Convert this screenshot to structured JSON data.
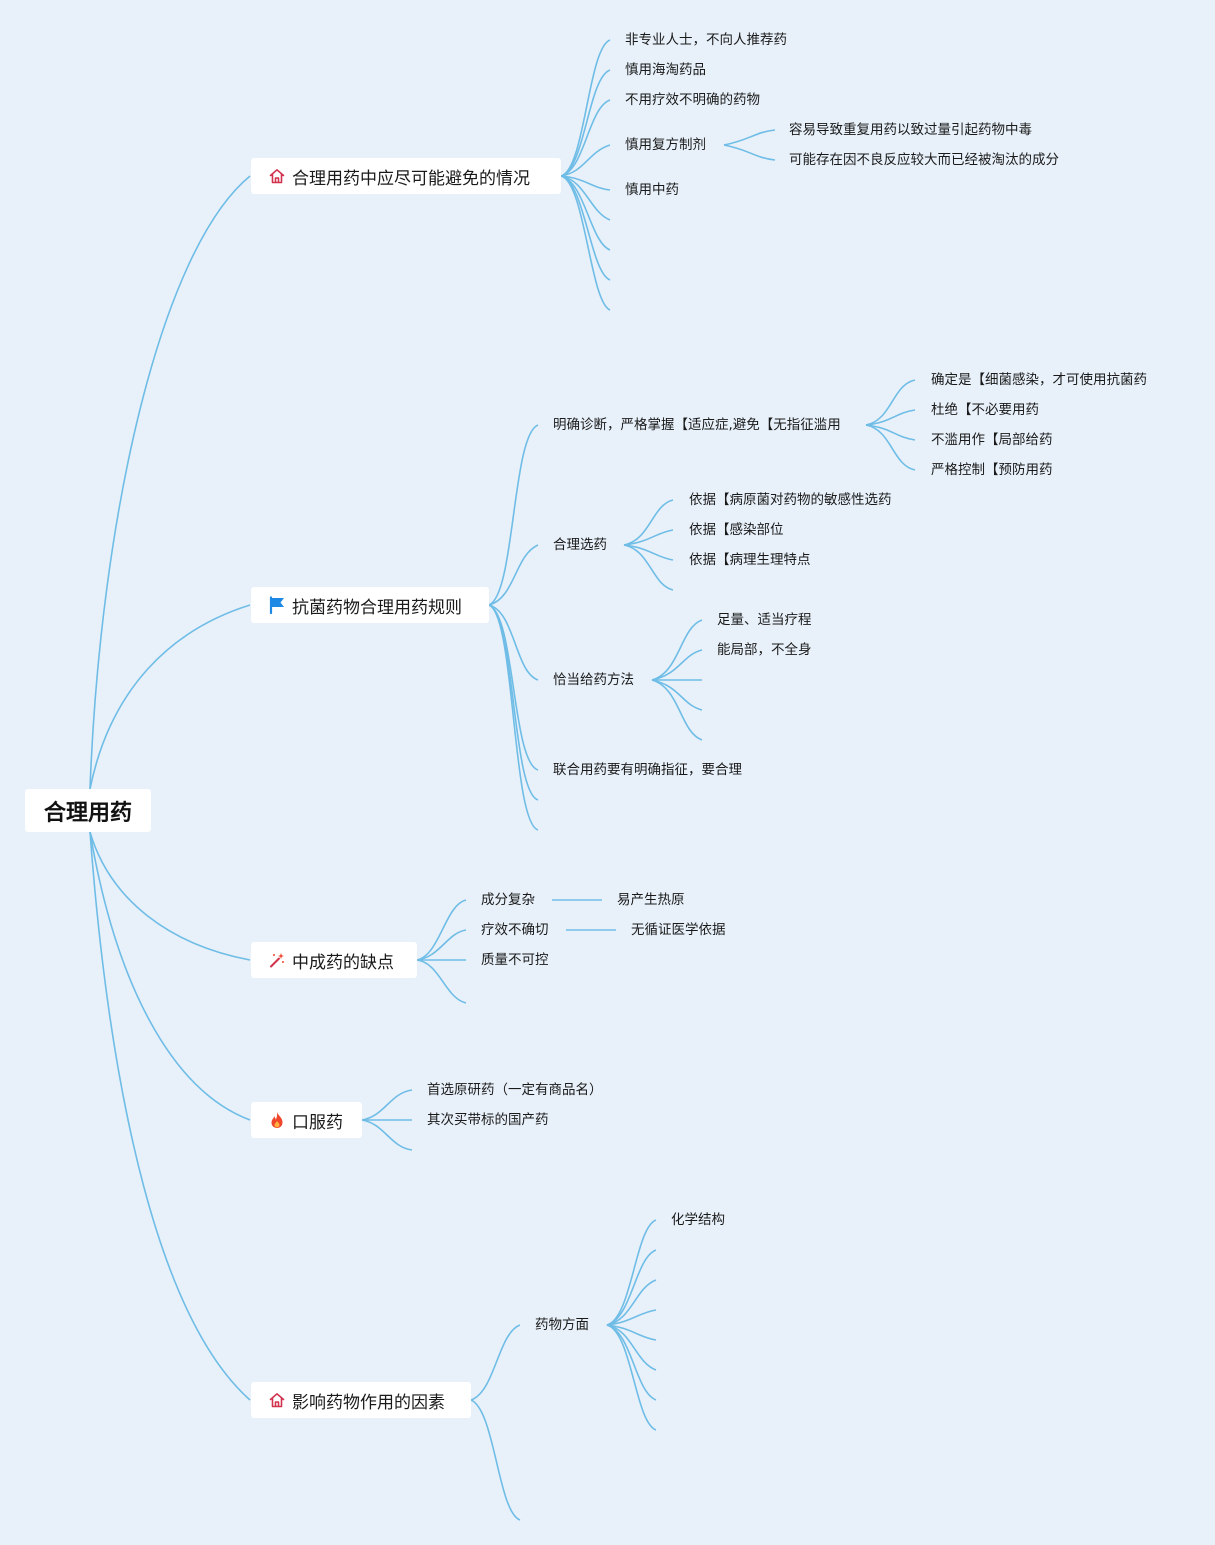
{
  "root": {
    "title": "合理用药"
  },
  "icons": {
    "b1": "house-icon",
    "b2": "flag-icon",
    "b3": "magic-wand-icon",
    "b4": "fire-icon",
    "b5": "house-icon"
  },
  "colors": {
    "background": "#e8f1fa",
    "link": "#6fbde6",
    "house": "#d1334f",
    "flag": "#1e88e5",
    "fire": "#f0462c"
  },
  "branches": {
    "b1": {
      "label": "合理用药中应尽可能避免的情况",
      "items": {
        "a": "非专业人士，不向人推荐药",
        "b": "慎用海淘药品",
        "c": "不用疗效不明确的药物",
        "d": "慎用复方制剂",
        "d_children": [
          "容易导致重复用药以致过量引起药物中毒",
          "可能存在因不良反应较大而已经被淘汰的成分"
        ],
        "e": "慎用中药"
      }
    },
    "b2": {
      "label": "抗菌药物合理用药规则",
      "items": {
        "a": "明确诊断，严格掌握【适应症,避免【无指征滥用",
        "a_children": [
          "确定是【细菌感染，才可使用抗菌药",
          "杜绝【不必要用药",
          "不滥用作【局部给药",
          "严格控制【预防用药"
        ],
        "b": "合理选药",
        "b_children": [
          "依据【病原菌对药物的敏感性选药",
          "依据【感染部位",
          "依据【病理生理特点"
        ],
        "c": "恰当给药方法",
        "c_children": [
          "足量、适当疗程",
          "能局部，不全身"
        ],
        "d": "联合用药要有明确指征，要合理"
      }
    },
    "b3": {
      "label": "中成药的缺点",
      "items": {
        "a": "成分复杂",
        "a_child": "易产生热原",
        "b": "疗效不确切",
        "b_child": "无循证医学依据",
        "c": "质量不可控"
      }
    },
    "b4": {
      "label": "口服药",
      "items": {
        "a": "首选原研药（一定有商品名）",
        "b": "其次买带标的国产药"
      }
    },
    "b5": {
      "label": "影响药物作用的因素",
      "items": {
        "a": "药物方面",
        "a_child": "化学结构"
      }
    }
  }
}
